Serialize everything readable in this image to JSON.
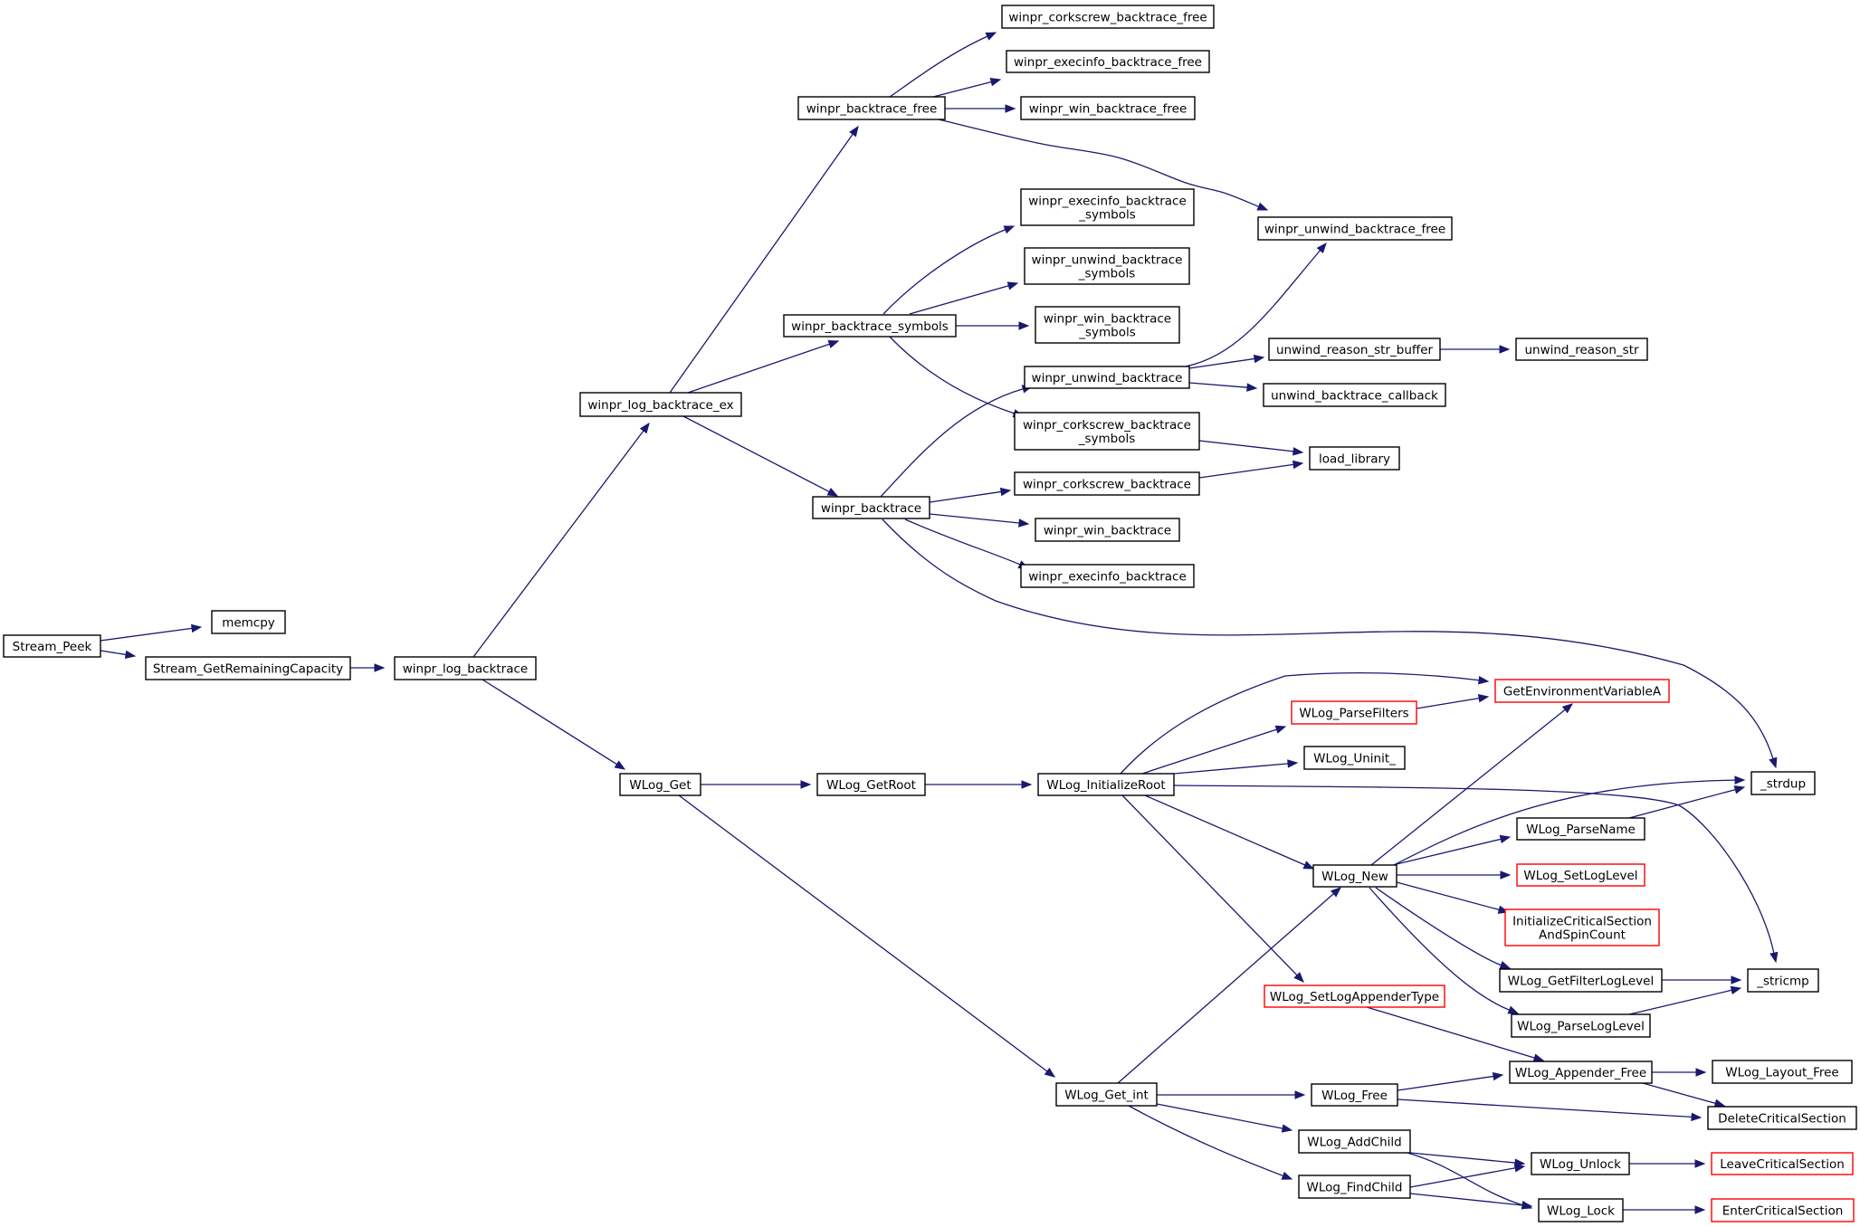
{
  "colors": {
    "edge": "#191970",
    "node_border": "#000000",
    "node_border_truncated": "#ff0000",
    "current_node_fill": "#bfbfbf",
    "node_fill": "#ffffff",
    "background": "#ffffff"
  },
  "nodes": [
    {
      "id": "stream_peek",
      "lines": [
        "Stream_Peek"
      ],
      "current": true
    },
    {
      "id": "memcpy",
      "lines": [
        "memcpy"
      ]
    },
    {
      "id": "stream_getremainingcapacity",
      "lines": [
        "Stream_GetRemainingCapacity"
      ]
    },
    {
      "id": "winpr_log_backtrace",
      "lines": [
        "winpr_log_backtrace"
      ]
    },
    {
      "id": "winpr_log_backtrace_ex",
      "lines": [
        "winpr_log_backtrace_ex"
      ]
    },
    {
      "id": "wlog_get",
      "lines": [
        "WLog_Get"
      ]
    },
    {
      "id": "winpr_backtrace_free",
      "lines": [
        "winpr_backtrace_free"
      ]
    },
    {
      "id": "winpr_backtrace_symbols",
      "lines": [
        "winpr_backtrace_symbols"
      ]
    },
    {
      "id": "winpr_backtrace",
      "lines": [
        "winpr_backtrace"
      ]
    },
    {
      "id": "wlog_getroot",
      "lines": [
        "WLog_GetRoot"
      ]
    },
    {
      "id": "wlog_get_int",
      "lines": [
        "WLog_Get_int"
      ]
    },
    {
      "id": "winpr_corkscrew_backtrace_free",
      "lines": [
        "winpr_corkscrew_backtrace_free"
      ]
    },
    {
      "id": "winpr_execinfo_backtrace_free",
      "lines": [
        "winpr_execinfo_backtrace_free"
      ]
    },
    {
      "id": "winpr_win_backtrace_free",
      "lines": [
        "winpr_win_backtrace_free"
      ]
    },
    {
      "id": "winpr_execinfo_backtrace_symbols",
      "lines": [
        "winpr_execinfo_backtrace",
        "_symbols"
      ]
    },
    {
      "id": "winpr_unwind_backtrace_symbols",
      "lines": [
        "winpr_unwind_backtrace",
        "_symbols"
      ]
    },
    {
      "id": "winpr_win_backtrace_symbols",
      "lines": [
        "winpr_win_backtrace",
        "_symbols"
      ]
    },
    {
      "id": "winpr_unwind_backtrace",
      "lines": [
        "winpr_unwind_backtrace"
      ]
    },
    {
      "id": "winpr_corkscrew_backtrace_symbols",
      "lines": [
        "winpr_corkscrew_backtrace",
        "_symbols"
      ]
    },
    {
      "id": "winpr_corkscrew_backtrace",
      "lines": [
        "winpr_corkscrew_backtrace"
      ]
    },
    {
      "id": "winpr_win_backtrace",
      "lines": [
        "winpr_win_backtrace"
      ]
    },
    {
      "id": "winpr_execinfo_backtrace",
      "lines": [
        "winpr_execinfo_backtrace"
      ]
    },
    {
      "id": "wlog_initializeroot",
      "lines": [
        "WLog_InitializeRoot"
      ]
    },
    {
      "id": "winpr_unwind_backtrace_free",
      "lines": [
        "winpr_unwind_backtrace_free"
      ]
    },
    {
      "id": "unwind_reason_str_buffer",
      "lines": [
        "unwind_reason_str_buffer"
      ]
    },
    {
      "id": "unwind_backtrace_callback",
      "lines": [
        "unwind_backtrace_callback"
      ]
    },
    {
      "id": "load_library",
      "lines": [
        "load_library"
      ]
    },
    {
      "id": "wlog_parsefilters",
      "lines": [
        "WLog_ParseFilters"
      ],
      "truncated": true
    },
    {
      "id": "wlog_uninit",
      "lines": [
        "WLog_Uninit_"
      ]
    },
    {
      "id": "wlog_new",
      "lines": [
        "WLog_New"
      ]
    },
    {
      "id": "wlog_setlogappendertype",
      "lines": [
        "WLog_SetLogAppenderType"
      ],
      "truncated": true
    },
    {
      "id": "wlog_free",
      "lines": [
        "WLog_Free"
      ]
    },
    {
      "id": "wlog_addchild",
      "lines": [
        "WLog_AddChild"
      ]
    },
    {
      "id": "wlog_findchild",
      "lines": [
        "WLog_FindChild"
      ]
    },
    {
      "id": "unwind_reason_str",
      "lines": [
        "unwind_reason_str"
      ]
    },
    {
      "id": "getenvironmentvariablea",
      "lines": [
        "GetEnvironmentVariableA"
      ],
      "truncated": true
    },
    {
      "id": "wlog_parsename",
      "lines": [
        "WLog_ParseName"
      ]
    },
    {
      "id": "wlog_setloglevel",
      "lines": [
        "WLog_SetLogLevel"
      ],
      "truncated": true
    },
    {
      "id": "initializecriticalsectionandspincount",
      "lines": [
        "InitializeCriticalSection",
        "AndSpinCount"
      ],
      "truncated": true
    },
    {
      "id": "wlog_getfilterloglevel",
      "lines": [
        "WLog_GetFilterLogLevel"
      ]
    },
    {
      "id": "wlog_parseloglevel",
      "lines": [
        "WLog_ParseLogLevel"
      ]
    },
    {
      "id": "wlog_appender_free",
      "lines": [
        "WLog_Appender_Free"
      ]
    },
    {
      "id": "wlog_unlock",
      "lines": [
        "WLog_Unlock"
      ]
    },
    {
      "id": "wlog_lock",
      "lines": [
        "WLog_Lock"
      ]
    },
    {
      "id": "strdup",
      "lines": [
        "_strdup"
      ]
    },
    {
      "id": "stricmp",
      "lines": [
        "_stricmp"
      ]
    },
    {
      "id": "wlog_layout_free",
      "lines": [
        "WLog_Layout_Free"
      ]
    },
    {
      "id": "deletecriticalsection",
      "lines": [
        "DeleteCriticalSection"
      ]
    },
    {
      "id": "leavecriticalsection",
      "lines": [
        "LeaveCriticalSection"
      ],
      "truncated": true
    },
    {
      "id": "entercriticalsection",
      "lines": [
        "EnterCriticalSection"
      ],
      "truncated": true
    }
  ],
  "edges": [
    [
      "stream_peek",
      "memcpy"
    ],
    [
      "stream_peek",
      "stream_getremainingcapacity"
    ],
    [
      "stream_getremainingcapacity",
      "winpr_log_backtrace"
    ],
    [
      "winpr_log_backtrace",
      "winpr_log_backtrace_ex"
    ],
    [
      "winpr_log_backtrace",
      "wlog_get"
    ],
    [
      "winpr_log_backtrace_ex",
      "winpr_backtrace_free"
    ],
    [
      "winpr_log_backtrace_ex",
      "winpr_backtrace_symbols"
    ],
    [
      "winpr_log_backtrace_ex",
      "winpr_backtrace"
    ],
    [
      "winpr_backtrace_free",
      "winpr_corkscrew_backtrace_free"
    ],
    [
      "winpr_backtrace_free",
      "winpr_execinfo_backtrace_free"
    ],
    [
      "winpr_backtrace_free",
      "winpr_win_backtrace_free"
    ],
    [
      "winpr_backtrace_free",
      "winpr_unwind_backtrace_free"
    ],
    [
      "winpr_backtrace_symbols",
      "winpr_execinfo_backtrace_symbols"
    ],
    [
      "winpr_backtrace_symbols",
      "winpr_unwind_backtrace_symbols"
    ],
    [
      "winpr_backtrace_symbols",
      "winpr_win_backtrace_symbols"
    ],
    [
      "winpr_backtrace_symbols",
      "winpr_corkscrew_backtrace_symbols"
    ],
    [
      "winpr_backtrace",
      "winpr_unwind_backtrace"
    ],
    [
      "winpr_backtrace",
      "winpr_corkscrew_backtrace"
    ],
    [
      "winpr_backtrace",
      "winpr_win_backtrace"
    ],
    [
      "winpr_backtrace",
      "winpr_execinfo_backtrace"
    ],
    [
      "winpr_backtrace",
      "strdup"
    ],
    [
      "winpr_unwind_backtrace",
      "winpr_unwind_backtrace_free"
    ],
    [
      "winpr_unwind_backtrace",
      "unwind_reason_str_buffer"
    ],
    [
      "winpr_unwind_backtrace",
      "unwind_backtrace_callback"
    ],
    [
      "unwind_reason_str_buffer",
      "unwind_reason_str"
    ],
    [
      "winpr_corkscrew_backtrace_symbols",
      "load_library"
    ],
    [
      "winpr_corkscrew_backtrace",
      "load_library"
    ],
    [
      "wlog_get",
      "wlog_getroot"
    ],
    [
      "wlog_get",
      "wlog_get_int"
    ],
    [
      "wlog_getroot",
      "wlog_initializeroot"
    ],
    [
      "wlog_initializeroot",
      "getenvironmentvariablea"
    ],
    [
      "wlog_initializeroot",
      "wlog_parsefilters"
    ],
    [
      "wlog_initializeroot",
      "wlog_uninit"
    ],
    [
      "wlog_initializeroot",
      "stricmp"
    ],
    [
      "wlog_initializeroot",
      "wlog_new"
    ],
    [
      "wlog_initializeroot",
      "wlog_setlogappendertype"
    ],
    [
      "wlog_parsefilters",
      "getenvironmentvariablea"
    ],
    [
      "wlog_new",
      "getenvironmentvariablea"
    ],
    [
      "wlog_new",
      "strdup"
    ],
    [
      "wlog_new",
      "wlog_parsename"
    ],
    [
      "wlog_new",
      "wlog_setloglevel"
    ],
    [
      "wlog_new",
      "initializecriticalsectionandspincount"
    ],
    [
      "wlog_new",
      "wlog_getfilterloglevel"
    ],
    [
      "wlog_new",
      "wlog_parseloglevel"
    ],
    [
      "wlog_parsename",
      "strdup"
    ],
    [
      "wlog_getfilterloglevel",
      "stricmp"
    ],
    [
      "wlog_parseloglevel",
      "stricmp"
    ],
    [
      "wlog_setlogappendertype",
      "wlog_appender_free"
    ],
    [
      "wlog_get_int",
      "wlog_new"
    ],
    [
      "wlog_get_int",
      "wlog_free"
    ],
    [
      "wlog_get_int",
      "wlog_addchild"
    ],
    [
      "wlog_get_int",
      "wlog_findchild"
    ],
    [
      "wlog_free",
      "wlog_appender_free"
    ],
    [
      "wlog_free",
      "deletecriticalsection"
    ],
    [
      "wlog_appender_free",
      "wlog_layout_free"
    ],
    [
      "wlog_appender_free",
      "deletecriticalsection"
    ],
    [
      "wlog_addchild",
      "wlog_unlock"
    ],
    [
      "wlog_addchild",
      "wlog_lock"
    ],
    [
      "wlog_findchild",
      "wlog_unlock"
    ],
    [
      "wlog_findchild",
      "wlog_lock"
    ],
    [
      "wlog_unlock",
      "leavecriticalsection"
    ],
    [
      "wlog_lock",
      "entercriticalsection"
    ]
  ]
}
